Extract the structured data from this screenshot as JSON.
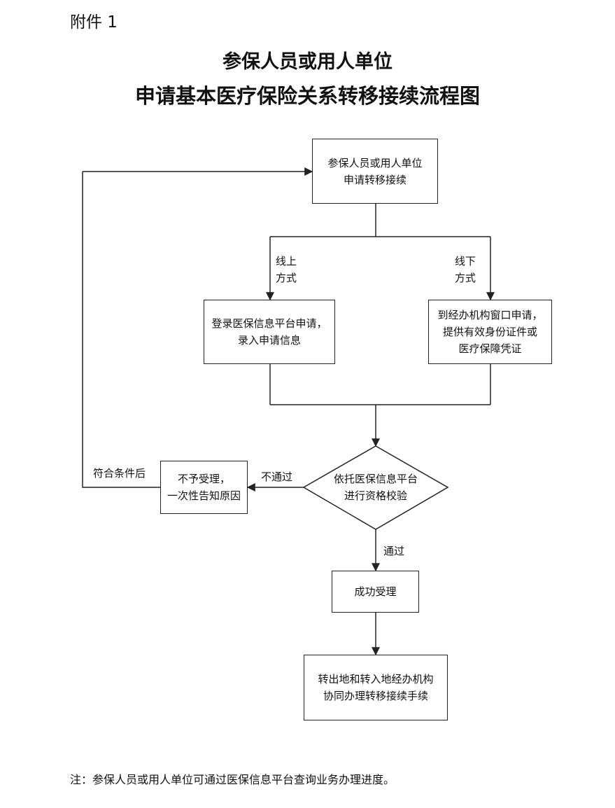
{
  "header": {
    "attachment": "附件 1",
    "title_line1": "参保人员或用人单位",
    "title_line2": "申请基本医疗保险关系转移接续流程图"
  },
  "nodes": {
    "start": [
      "参保人员或用人单位",
      "申请转移接续"
    ],
    "online": [
      "登录医保信息平台申请，",
      "录入申请信息"
    ],
    "offline": [
      "到经办机构窗口申请，",
      "提供有效身份证件或",
      "医疗保障凭证"
    ],
    "check": [
      "依托医保信息平台",
      "进行资格校验"
    ],
    "reject": [
      "不予受理，",
      "一次性告知原因"
    ],
    "accept": [
      "成功受理"
    ],
    "final": [
      "转出地和转入地经办机构",
      "协同办理转移接续手续"
    ]
  },
  "edge_labels": {
    "online": [
      "线上",
      "方式"
    ],
    "offline": [
      "线下",
      "方式"
    ],
    "fail": "不通过",
    "pass": "通过",
    "loop": "符合条件后"
  },
  "footnote": "注：参保人员或用人单位可通过医保信息平台查询业务办理进度。"
}
